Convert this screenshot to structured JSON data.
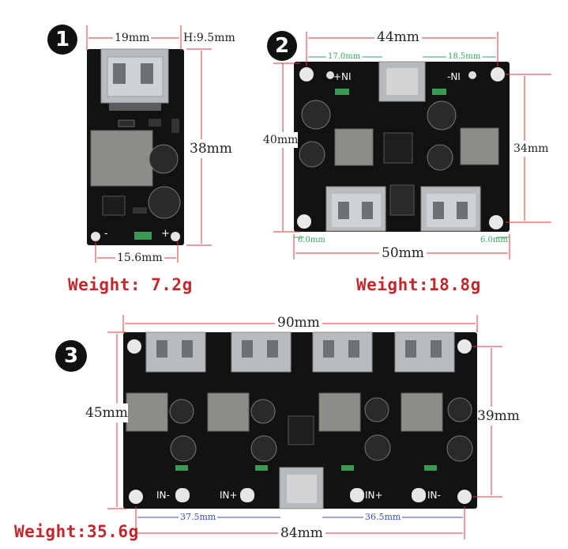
{
  "boards": [
    {
      "index": "1",
      "weight": "Weight: 7.2g",
      "dims": {
        "width": "19mm",
        "height": "H:9.5mm",
        "length": "38mm",
        "hole_span": "15.6mm"
      },
      "silk": {
        "minus": "-",
        "plus": "+"
      }
    },
    {
      "index": "2",
      "weight": "Weight:18.8g",
      "dims": {
        "top": "44mm",
        "top_left": "17.0mm",
        "top_right": "18.5mm",
        "left": "40mm",
        "right": "34mm",
        "bottom": "50mm",
        "bottom_left": "6.0mm",
        "bottom_right": "6.0mm"
      },
      "silk": {
        "in_minus_left": "+NI",
        "in_minus_right": "-NI"
      }
    },
    {
      "index": "3",
      "weight": "Weight:35.6g",
      "dims": {
        "top": "90mm",
        "left": "45mm",
        "right": "39mm",
        "bottom": "84mm",
        "bottom_left": "37.5mm",
        "bottom_right": "36.5mm"
      },
      "silk": {
        "in_minus": "IN-",
        "in_plus": "IN+",
        "in_plus_2": "IN+",
        "in_minus_2": "IN-"
      }
    }
  ],
  "colors": {
    "dimension_line": "#d23a3a",
    "weight_text": "#c0282e",
    "pcb": "#121212",
    "usb_metal": "#b5b8bb",
    "inductor": "#8d8d88",
    "capacitor": "#2a2a2a"
  }
}
